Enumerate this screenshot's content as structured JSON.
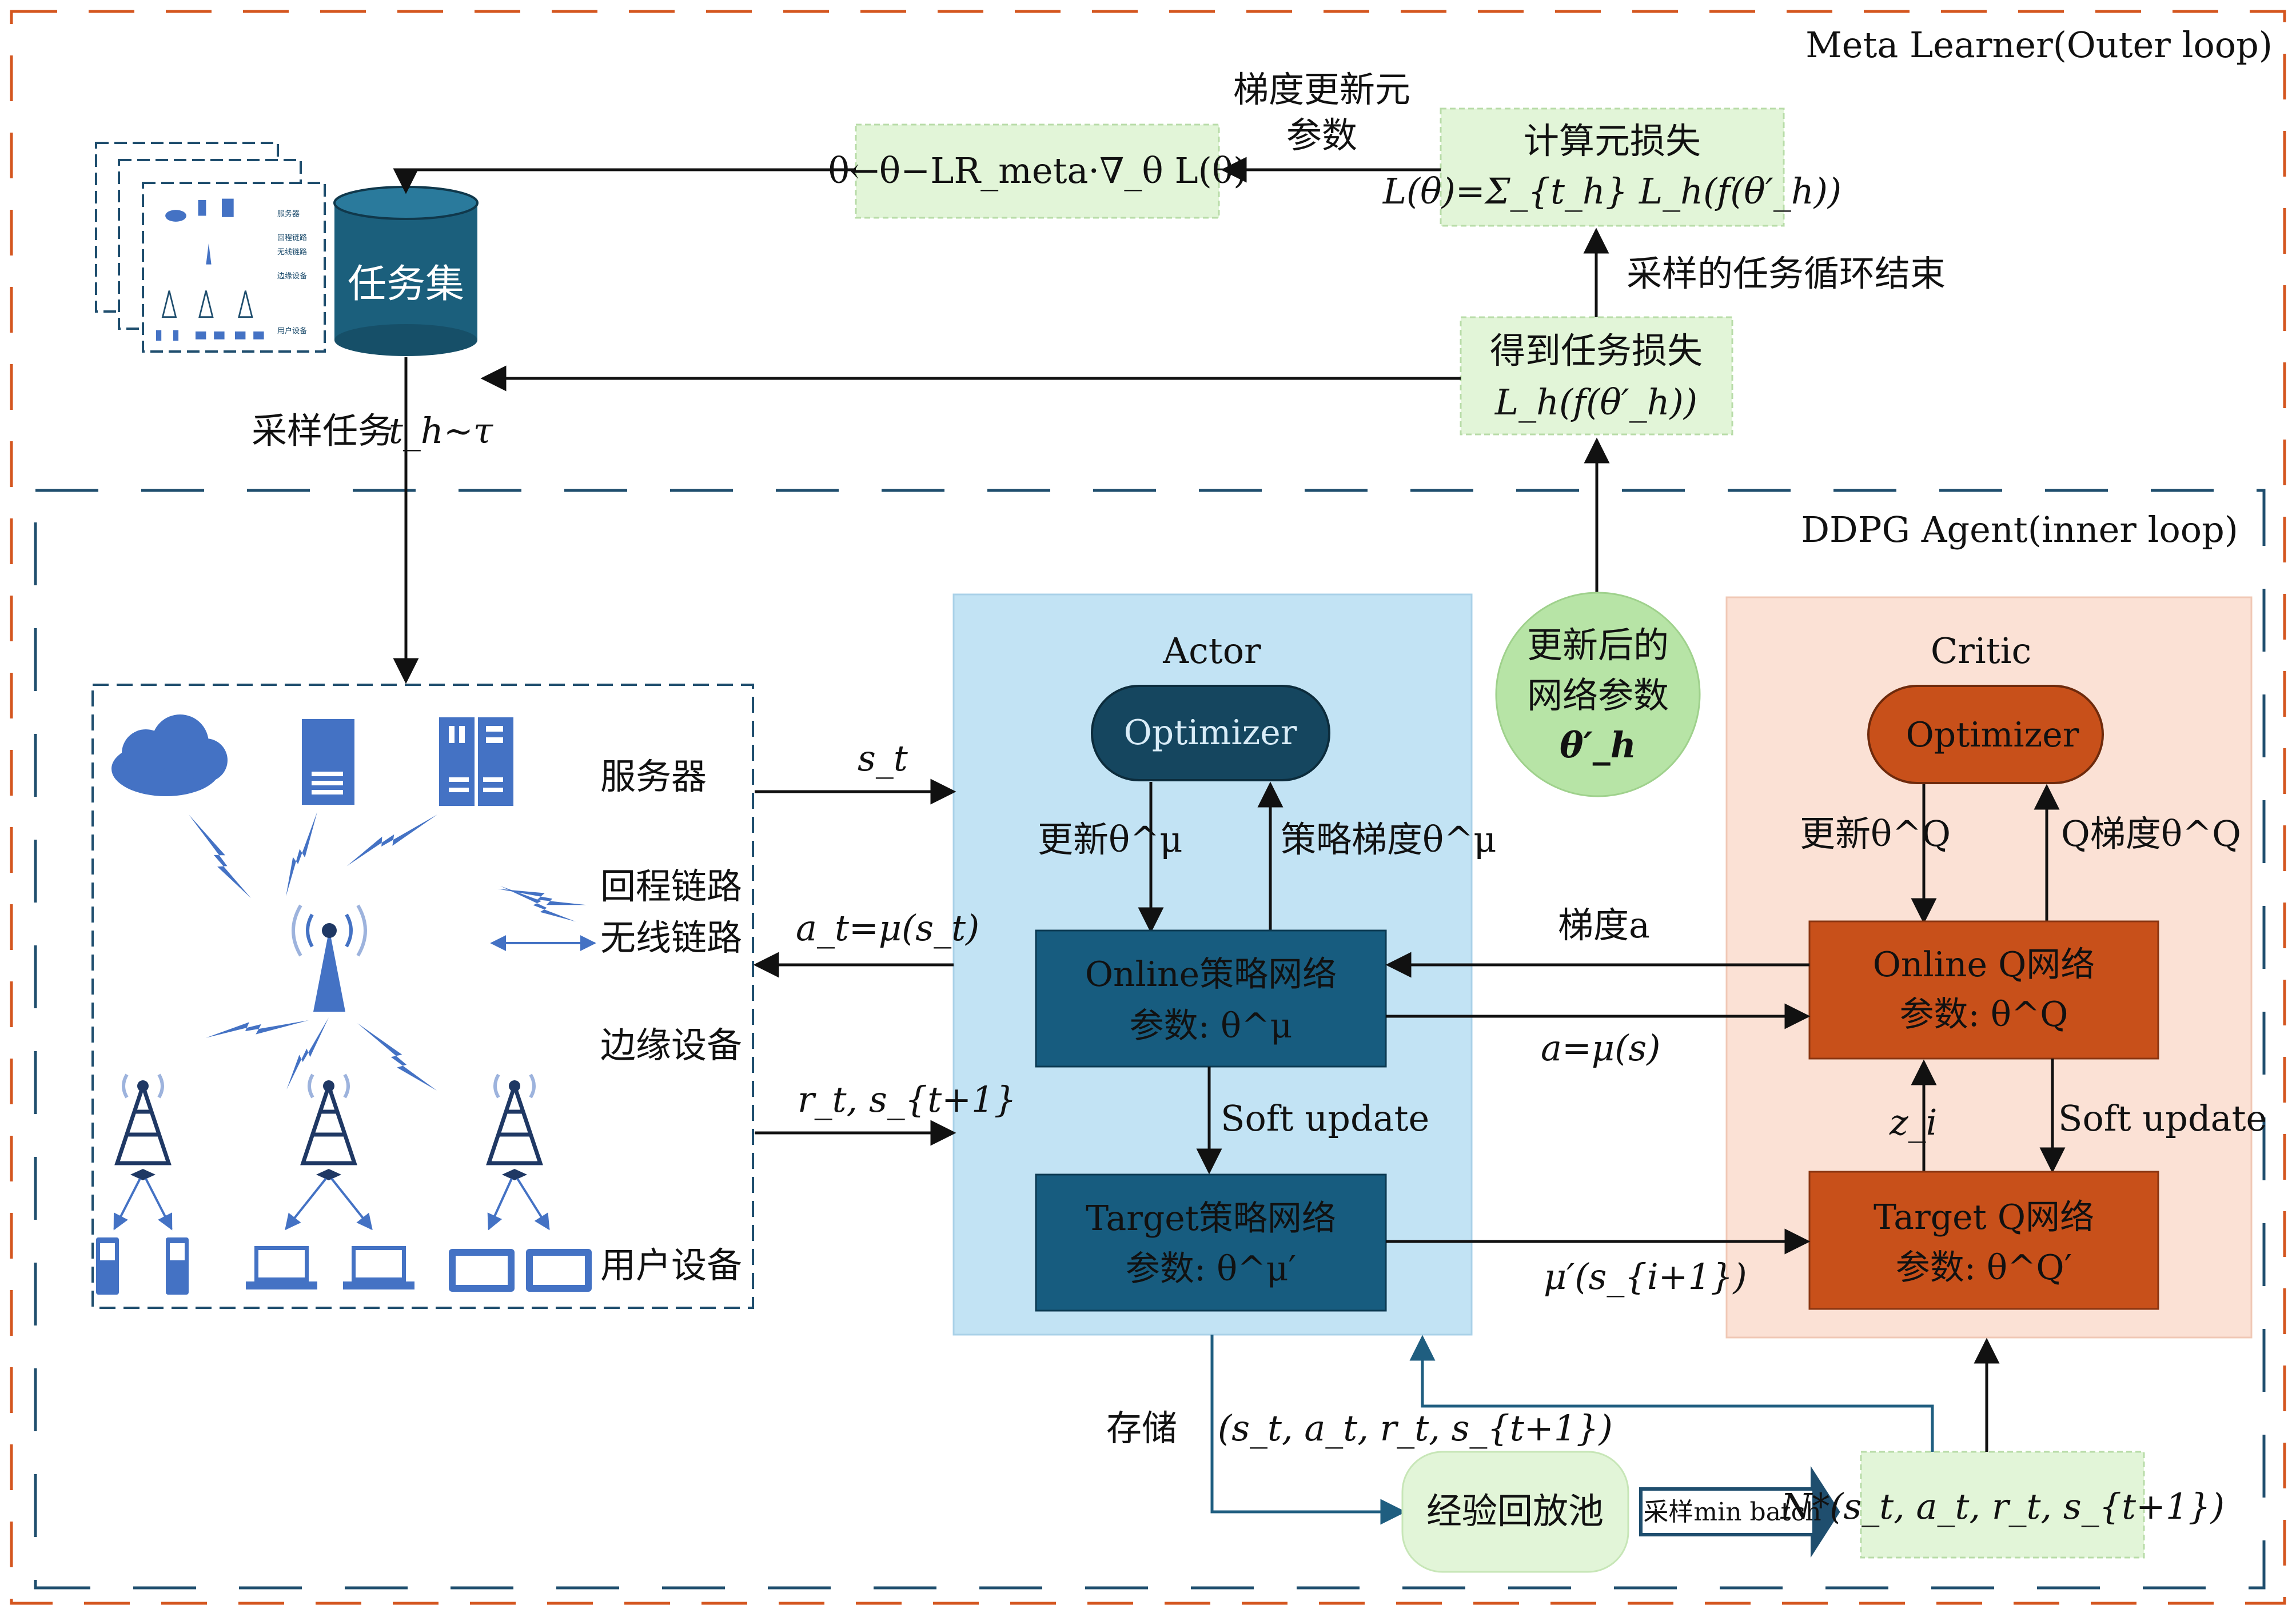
{
  "outer": {
    "title": "Meta Learner(Outer loop)",
    "meta_update_eq": "θ←θ−LR_meta·∇_θ L(θ)",
    "meta_update_label_l1": "梯度更新元",
    "meta_update_label_l2": "参数",
    "meta_loss_title": "计算元损失",
    "meta_loss_eq": "L(θ)=Σ_{t_h} L_h(f(θ′_h))",
    "loop_end_label": "采样的任务循环结束",
    "task_loss_title": "得到任务损失",
    "task_loss_eq": "L_h(f(θ′_h))",
    "task_set_label": "任务集",
    "sample_task_label": "采样任务",
    "sample_task_eq": "t_h~τ",
    "thumbnail_legend": [
      "服务器",
      "回程链路",
      "无线链路",
      "边缘设备",
      "用户设备"
    ]
  },
  "inner": {
    "title": "DDPG Agent(inner loop)",
    "legend": {
      "server": "服务器",
      "backhaul": "回程链路",
      "wireless": "无线链路",
      "edge": "边缘设备",
      "user": "用户设备"
    },
    "arrows": {
      "state": "s_t",
      "action": "a_t=μ(s_t)",
      "reward": "r_t, s_{t+1}",
      "gradient_a": "梯度a",
      "a_mu_s": "a=μ(s)",
      "mu_prime": "μ′(s_{i+1})",
      "z_i": "z_i",
      "store": "存储",
      "transition": "(s_t, a_t, r_t, s_{t+1})",
      "sample_batch": "采样min batch"
    },
    "updated_params": {
      "l1": "更新后的",
      "l2": "网络参数",
      "symbol": "θ′_h"
    },
    "actor": {
      "title": "Actor",
      "optimizer": "Optimizer",
      "update_label": "更新θ^μ",
      "grad_label": "策略梯度θ^μ",
      "online_l1": "Online策略网络",
      "online_l2": "参数: θ^μ",
      "soft_update": "Soft update",
      "target_l1": "Target策略网络",
      "target_l2": "参数: θ^μ′"
    },
    "critic": {
      "title": "Critic",
      "optimizer": "Optimizer",
      "update_label": "更新θ^Q",
      "grad_label": "Q梯度θ^Q",
      "online_l1": "Online Q网络",
      "online_l2": "参数: θ^Q",
      "soft_update": "Soft update",
      "target_l1": "Target Q网络",
      "target_l2": "参数: θ^Q′"
    },
    "replay_pool": "经验回放池",
    "minibatch": "N*(s_t, a_t, r_t, s_{t+1})"
  },
  "colors": {
    "outer_border": "#d4561f",
    "inner_border": "#1f4e6e",
    "green_box": "#e2f5d8",
    "actor_panel": "#c2e3f4",
    "actor_node": "#175c7f",
    "actor_optimizer": "#15465f",
    "critic_panel": "#fbe1d5",
    "critic_node": "#c8501a",
    "icon_blue": "#4472c4",
    "updated_circle": "#b7e4a6",
    "database": "#1b5f7c"
  },
  "icons": [
    "cloud-icon",
    "server-icon",
    "rack-server-icon",
    "wireless-tower-icon",
    "antenna-tower-icon",
    "phone-icon",
    "laptop-icon",
    "tablet-icon",
    "lightning-link-icon",
    "double-arrow-icon",
    "database-icon"
  ]
}
